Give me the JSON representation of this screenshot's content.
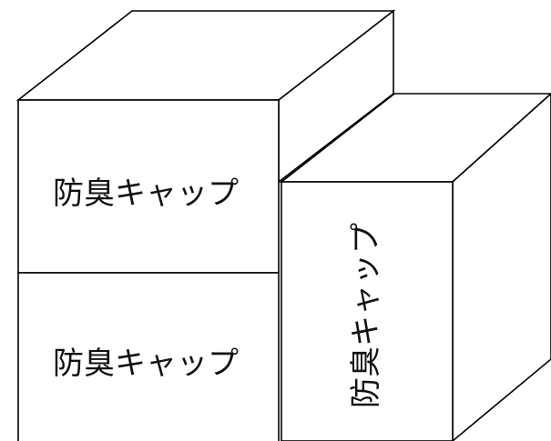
{
  "diagram": {
    "boxes": [
      {
        "label": "防臭キャップ",
        "orientation": "horizontal"
      },
      {
        "label": "防臭キャップ",
        "orientation": "horizontal"
      },
      {
        "label": "防臭キャップ",
        "orientation": "vertical"
      }
    ]
  },
  "colors": {
    "stroke": "#000000",
    "fill": "#ffffff",
    "text": "#111111"
  }
}
